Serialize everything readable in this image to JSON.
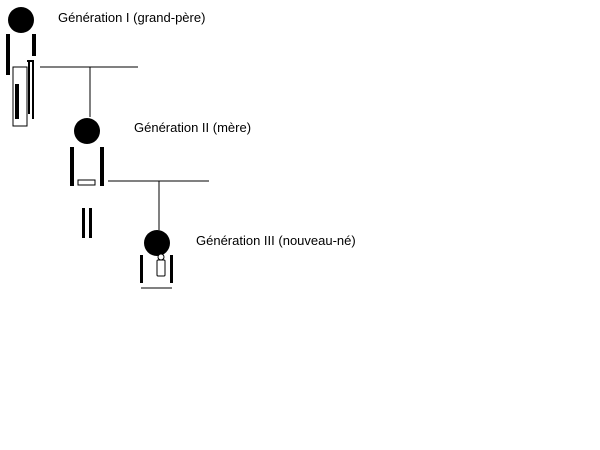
{
  "colors": {
    "ink": "#000000",
    "background": "#ffffff"
  },
  "generations": [
    {
      "id": "gen1",
      "label": "Génération I (grand-père)"
    },
    {
      "id": "gen2",
      "label": "Génération II (mère)"
    },
    {
      "id": "gen3",
      "label": "Génération III (nouveau-né)"
    }
  ]
}
